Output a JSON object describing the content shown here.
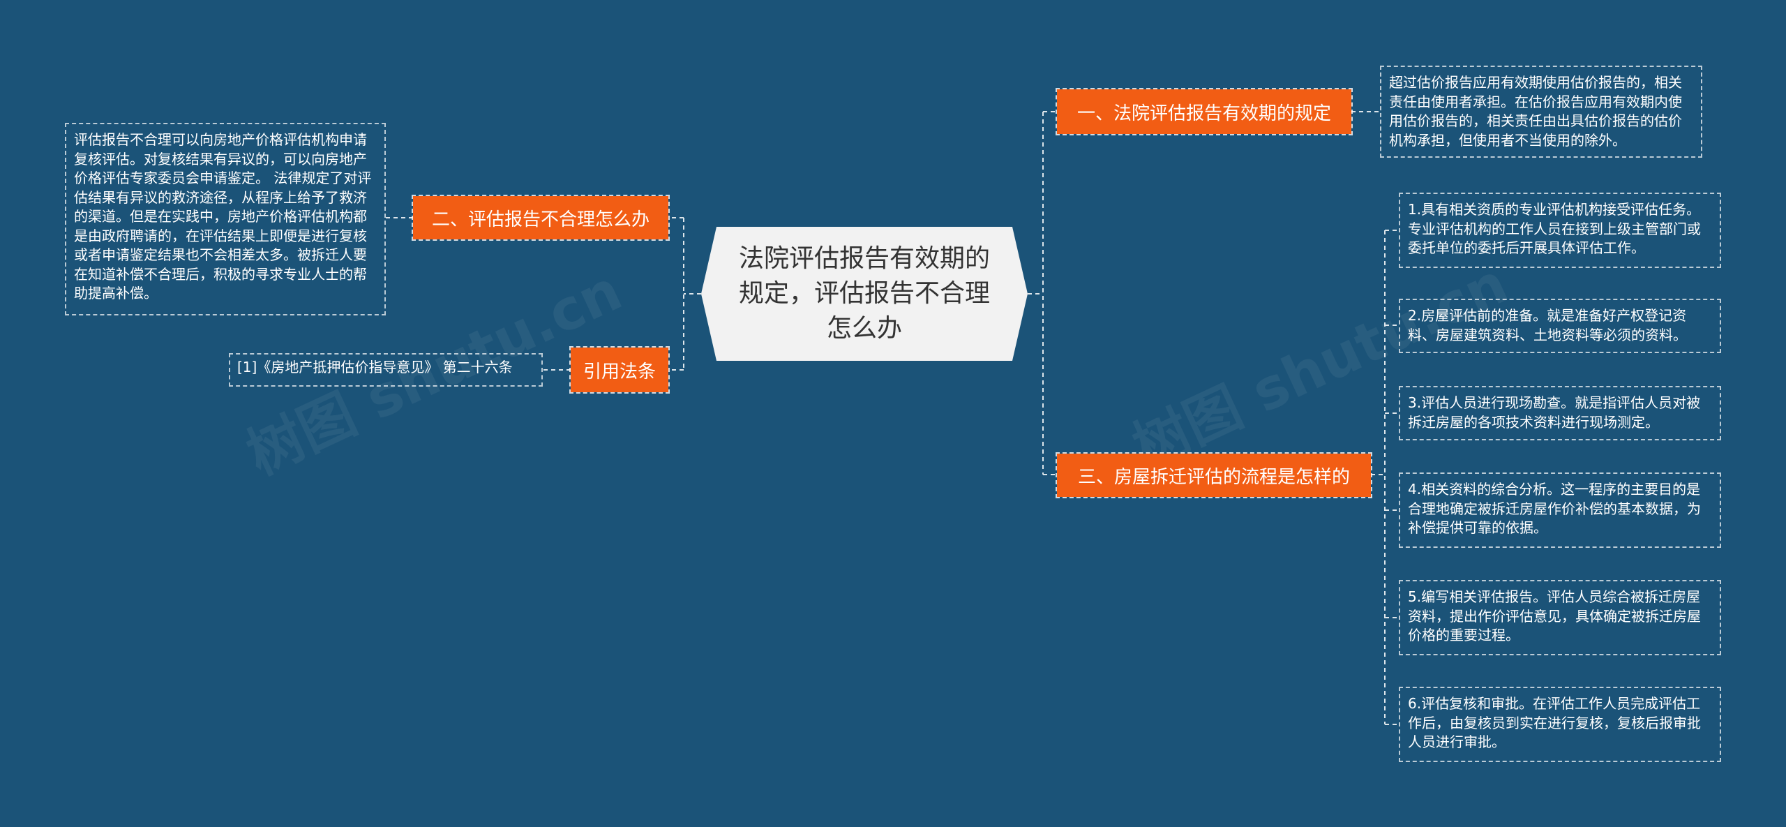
{
  "root": {
    "title": "法院评估报告有效期的规定，评估报告不合理怎么办"
  },
  "branches": {
    "b1": {
      "label": "一、法院评估报告有效期的规定"
    },
    "b2": {
      "label": "二、评估报告不合理怎么办"
    },
    "b3": {
      "label": "三、房屋拆迁评估的流程是怎样的"
    },
    "b4": {
      "label": "引用法条"
    }
  },
  "leaves": {
    "b1_detail": "超过估价报告应用有效期使用估价报告的，相关责任由使用者承担。在估价报告应用有效期内使用估价报告的，相关责任由出具估价报告的估价机构承担，但使用者不当使用的除外。",
    "b2_detail": "评估报告不合理可以向房地产价格评估机构申请复核评估。对复核结果有异议的，可以向房地产价格评估专家委员会申请鉴定。 法律规定了对评估结果有异议的救济途径，从程序上给予了救济的渠道。但是在实践中，房地产价格评估机构都是由政府聘请的，在评估结果上即便是进行复核或者申请鉴定结果也不会相差太多。被拆迁人要在知道补偿不合理后，积极的寻求专业人士的帮助提高补偿。",
    "b4_detail": "[1]《房地产抵押估价指导意见》 第二十六条",
    "b3_steps": [
      "1.具有相关资质的专业评估机构接受评估任务。专业评估机构的工作人员在接到上级主管部门或委托单位的委托后开展具体评估工作。",
      "2.房屋评估前的准备。就是准备好产权登记资料、房屋建筑资料、土地资料等必须的资料。",
      "3.评估人员进行现场勘查。就是指评估人员对被拆迁房屋的各项技术资料进行现场测定。",
      "4.相关资料的综合分析。这一程序的主要目的是合理地确定被拆迁房屋作价补偿的基本数据，为补偿提供可靠的依据。",
      "5.编写相关评估报告。评估人员综合被拆迁房屋资料，提出作价评估意见，具体确定被拆迁房屋价格的重要过程。",
      "6.评估复核和审批。在评估工作人员完成评估工作后，由复核员到实在进行复核，复核后报审批人员进行审批。"
    ]
  },
  "watermark": [
    "树图 shutu.cn",
    "树图 shutu.cn"
  ],
  "colors": {
    "background": "#1b5378",
    "branch": "#f25d14",
    "root": "#f2f2f2",
    "line": "#ffffff"
  }
}
